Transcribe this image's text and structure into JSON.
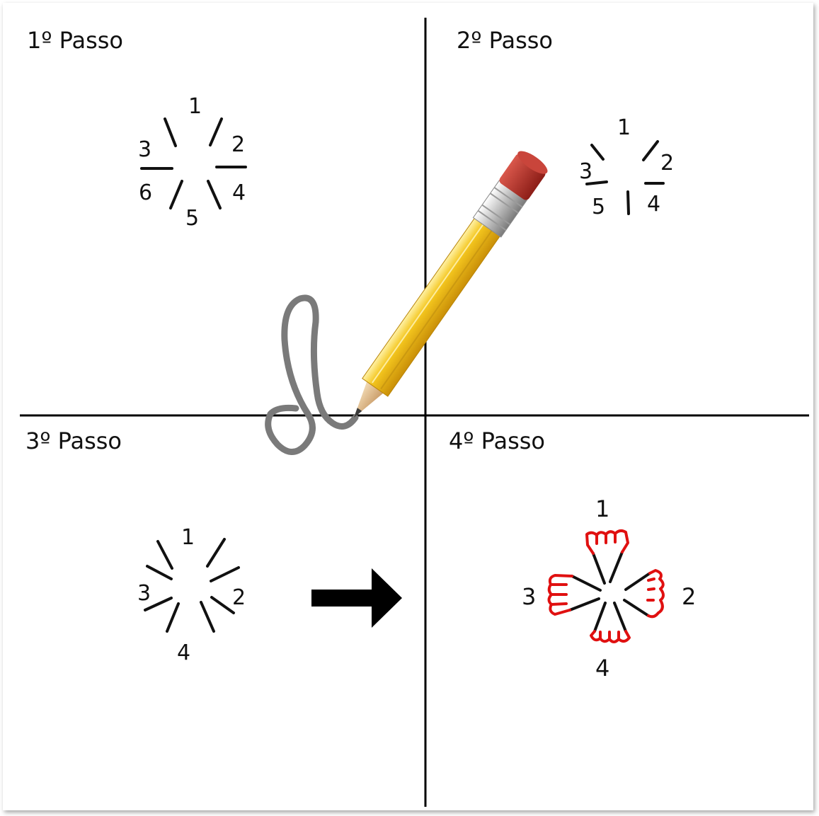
{
  "quadrants": {
    "q1": {
      "title": "1º Passo",
      "labels": [
        "1",
        "2",
        "3",
        "4",
        "5",
        "6"
      ]
    },
    "q2": {
      "title": "2º Passo",
      "labels": [
        "1",
        "2",
        "3",
        "4",
        "5"
      ]
    },
    "q3": {
      "title": "3º Passo",
      "labels": [
        "1",
        "2",
        "3",
        "4"
      ]
    },
    "q4": {
      "title": "4º Passo",
      "labels": [
        "1",
        "2",
        "3",
        "4"
      ]
    }
  },
  "colors": {
    "stroke": "#111111",
    "finger_outline": "#e01010",
    "pencil_body": "#f2c21c",
    "eraser": "#b52a22"
  },
  "icons": [
    "pencil-icon",
    "arrow-right-icon"
  ]
}
